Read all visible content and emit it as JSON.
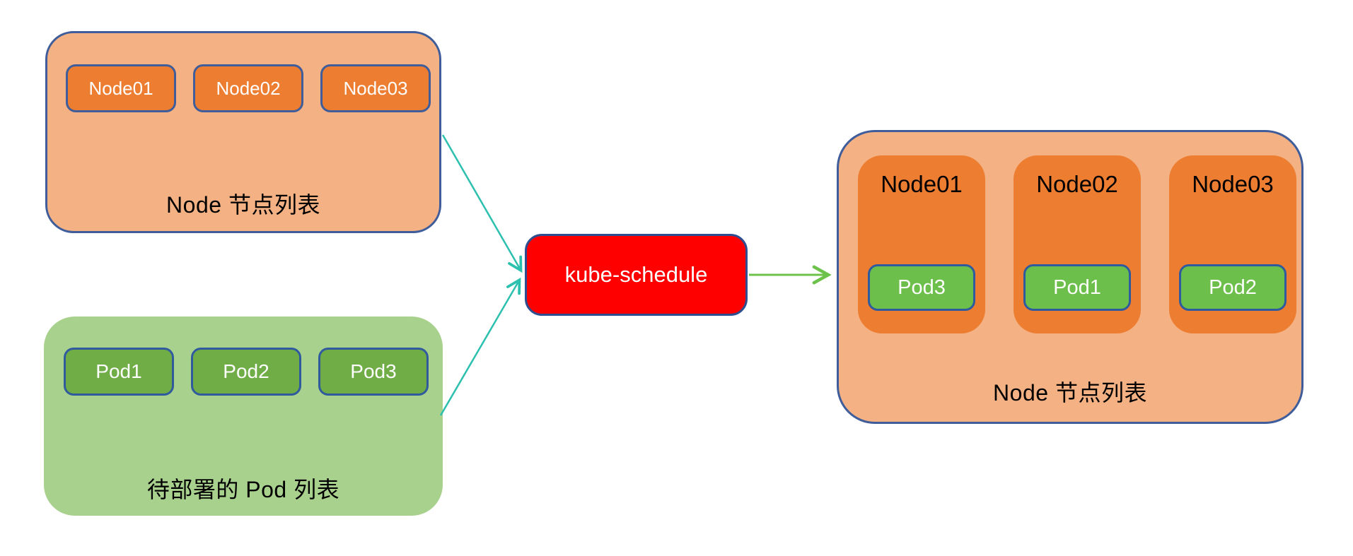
{
  "diagram_title": "",
  "colors": {
    "panel_orange_light": "#F4B183",
    "node_orange": "#ED7D31",
    "panel_green_light": "#A9D18E",
    "pod_green": "#70AD47",
    "pod_green_bright": "#6CBF4A",
    "outline_blue": "#3F5D9B",
    "pod_outline_blue": "#2F5B9E",
    "scheduler_red": "#FE0000",
    "scheduler_outline": "#2E4E8F",
    "arrow_teal": "#2CC0AE",
    "arrow_green": "#6CC24A",
    "label_black": "#000000",
    "text_white": "#FFFFFF"
  },
  "source_node_list": {
    "label": "Node 节点列表",
    "nodes": [
      "Node01",
      "Node02",
      "Node03"
    ]
  },
  "pending_pod_list": {
    "label": "待部署的 Pod 列表",
    "pods": [
      "Pod1",
      "Pod2",
      "Pod3"
    ]
  },
  "scheduler": {
    "label": "kube-schedule"
  },
  "result_node_list": {
    "label": "Node 节点列表",
    "assignments": [
      {
        "node": "Node01",
        "pod": "Pod3"
      },
      {
        "node": "Node02",
        "pod": "Pod1"
      },
      {
        "node": "Node03",
        "pod": "Pod2"
      }
    ]
  }
}
